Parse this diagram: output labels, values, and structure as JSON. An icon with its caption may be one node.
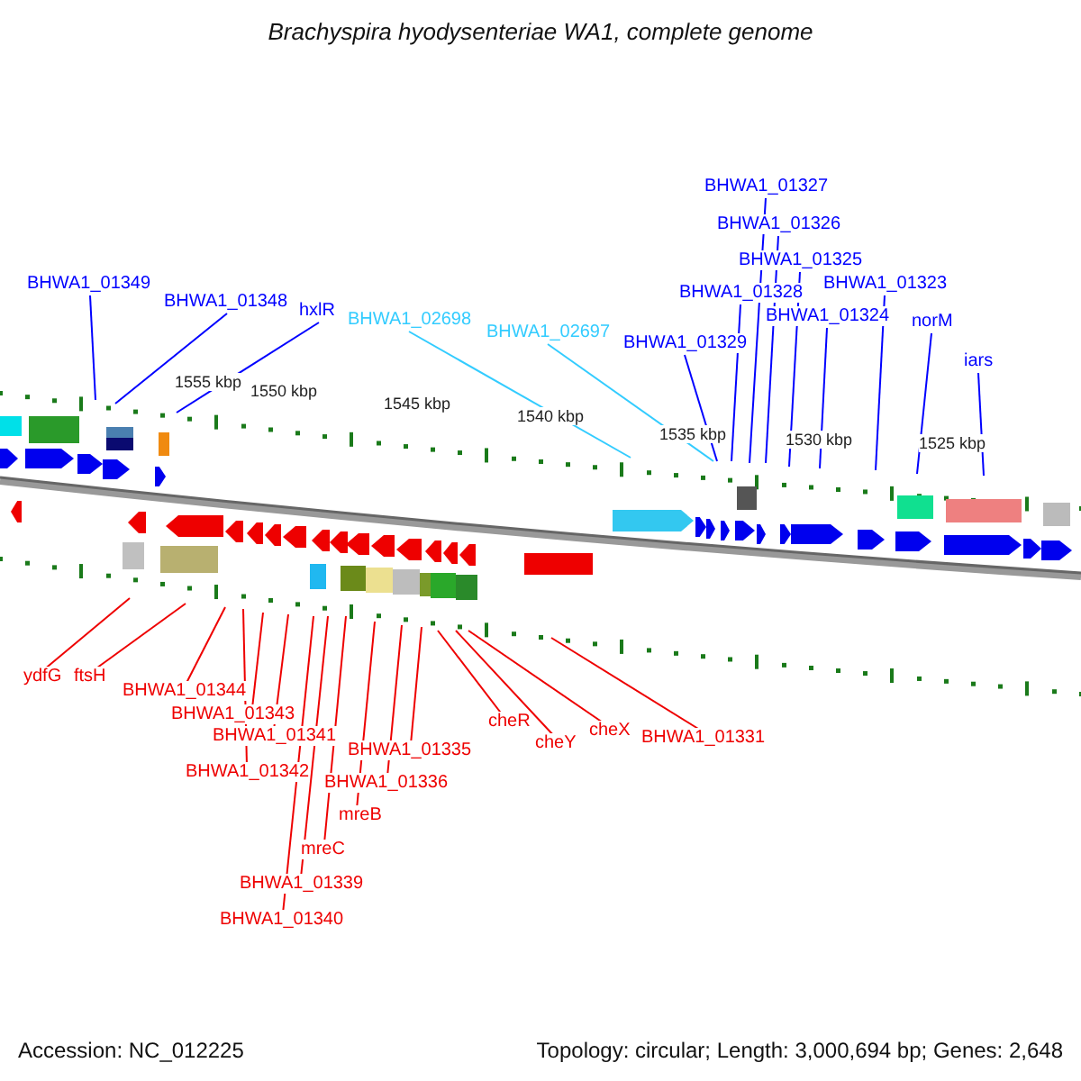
{
  "diagram": {
    "title": "Brachyspira hyodysenteriae WA1, complete genome",
    "nodes": [
      {
        "text": [
          "BHWA1_01349"
        ]
      },
      {
        "text": [
          "BHWA1_01348"
        ]
      },
      {
        "text": [
          "hxlR"
        ]
      },
      {
        "text": [
          "BHWA1_02698"
        ]
      },
      {
        "text": [
          "BHWA1_02697"
        ]
      },
      {
        "text": [
          "BHWA1_01329"
        ]
      },
      {
        "text": [
          "BHWA1_01328"
        ]
      },
      {
        "text": [
          "BHWA1_01327"
        ]
      },
      {
        "text": [
          "BHWA1_01326"
        ]
      },
      {
        "text": [
          "BHWA1_01325"
        ]
      },
      {
        "text": [
          "BHWA1_01324"
        ]
      },
      {
        "text": [
          "BHWA1_01323"
        ]
      },
      {
        "text": [
          "norM"
        ]
      },
      {
        "text": [
          "iars"
        ]
      },
      {
        "text": [
          "ydfG"
        ]
      },
      {
        "text": [
          "ftsH"
        ]
      },
      {
        "text": [
          "BHWA1_01344"
        ]
      },
      {
        "text": [
          "BHWA1_01343"
        ]
      },
      {
        "text": [
          "BHWA1_01341"
        ]
      },
      {
        "text": [
          "BHWA1_01342"
        ]
      },
      {
        "text": [
          "BHWA1_01339"
        ]
      },
      {
        "text": [
          "BHWA1_01340"
        ]
      },
      {
        "text": [
          "mreC"
        ]
      },
      {
        "text": [
          "mreB"
        ]
      },
      {
        "text": [
          "BHWA1_01336"
        ]
      },
      {
        "text": [
          "BHWA1_01335"
        ]
      },
      {
        "text": [
          "cheR"
        ]
      },
      {
        "text": [
          "cheY"
        ]
      },
      {
        "text": [
          "cheX"
        ]
      },
      {
        "text": [
          "BHWA1_01331"
        ]
      }
    ],
    "edges": [
      {
        "from": 0,
        "to": null,
        "arrow": "none",
        "color": "#0000ff"
      },
      {
        "from": 1,
        "to": null,
        "arrow": "none",
        "color": "#0000ff"
      },
      {
        "from": 2,
        "to": null,
        "arrow": "none",
        "color": "#0000ff"
      },
      {
        "from": 3,
        "to": null,
        "arrow": "none",
        "color": "#33ccff"
      },
      {
        "from": 4,
        "to": null,
        "arrow": "none",
        "color": "#33ccff"
      },
      {
        "from": 5,
        "to": null,
        "arrow": "none",
        "color": "#0000ff"
      },
      {
        "from": 6,
        "to": null,
        "arrow": "none",
        "color": "#0000ff"
      },
      {
        "from": 7,
        "to": null,
        "arrow": "none",
        "color": "#0000ff"
      },
      {
        "from": 8,
        "to": null,
        "arrow": "none",
        "color": "#0000ff"
      },
      {
        "from": 9,
        "to": null,
        "arrow": "none",
        "color": "#0000ff"
      },
      {
        "from": 10,
        "to": null,
        "arrow": "none",
        "color": "#0000ff"
      },
      {
        "from": 11,
        "to": null,
        "arrow": "none",
        "color": "#0000ff"
      },
      {
        "from": 12,
        "to": null,
        "arrow": "none",
        "color": "#0000ff"
      },
      {
        "from": 13,
        "to": null,
        "arrow": "none",
        "color": "#0000ff"
      },
      {
        "from": 14,
        "to": null,
        "arrow": "none"
      },
      {
        "from": 15,
        "to": null,
        "arrow": "none"
      },
      {
        "from": 16,
        "to": null,
        "arrow": "none"
      },
      {
        "from": 17,
        "to": null,
        "arrow": "none"
      },
      {
        "from": 18,
        "to": null,
        "arrow": "none"
      },
      {
        "from": 19,
        "to": null,
        "arrow": "none"
      },
      {
        "from": 20,
        "to": null,
        "arrow": "none"
      },
      {
        "from": 21,
        "to": null,
        "arrow": "none"
      },
      {
        "from": 22,
        "to": null,
        "arrow": "none"
      },
      {
        "from": 23,
        "to": null,
        "arrow": "none"
      },
      {
        "from": 24,
        "to": null,
        "arrow": "none"
      },
      {
        "from": 25,
        "to": null,
        "arrow": "none"
      },
      {
        "from": 26,
        "to": null,
        "arrow": "none"
      },
      {
        "from": 27,
        "to": null,
        "arrow": "none"
      },
      {
        "from": 28,
        "to": null,
        "arrow": "none"
      },
      {
        "from": 29,
        "to": null,
        "arrow": "none"
      }
    ],
    "labels": [
      "1555 kbp",
      "1550 kbp",
      "1545 kbp",
      "1540 kbp",
      "1535 kbp",
      "1530 kbp",
      "1525 kbp",
      "Accession: NC_012225",
      "Topology: circular; Length: 3,000,694 bp; Genes: 2,648"
    ]
  }
}
